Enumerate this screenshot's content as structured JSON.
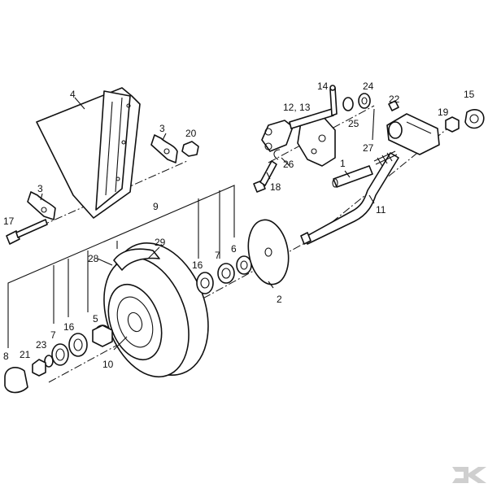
{
  "diagram": {
    "callouts": [
      "1",
      "2",
      "3",
      "3",
      "4",
      "5",
      "6",
      "7",
      "7",
      "8",
      "9",
      "10",
      "11",
      "12, 13",
      "14",
      "15",
      "16",
      "16",
      "17",
      "18",
      "19",
      "20",
      "21",
      "22",
      "23",
      "24",
      "25",
      "26",
      "27",
      "28",
      "29"
    ],
    "parts": [
      "gear-housing",
      "mounting-clamp",
      "mounting-clamp",
      "clamp-nut",
      "bolt",
      "wheel-hub-cap",
      "washer",
      "bearing",
      "bearing",
      "seal",
      "wheel-bushing",
      "wheel-tyre",
      "wheel-rim",
      "disc",
      "axle-arm",
      "axle-shaft",
      "spindle-bracket",
      "pivot-yoke",
      "ring-bolt",
      "pin",
      "washer",
      "circlip",
      "grease-nipple",
      "spring",
      "bolt"
    ],
    "logo_icon": "kramp-k-logo-icon"
  }
}
